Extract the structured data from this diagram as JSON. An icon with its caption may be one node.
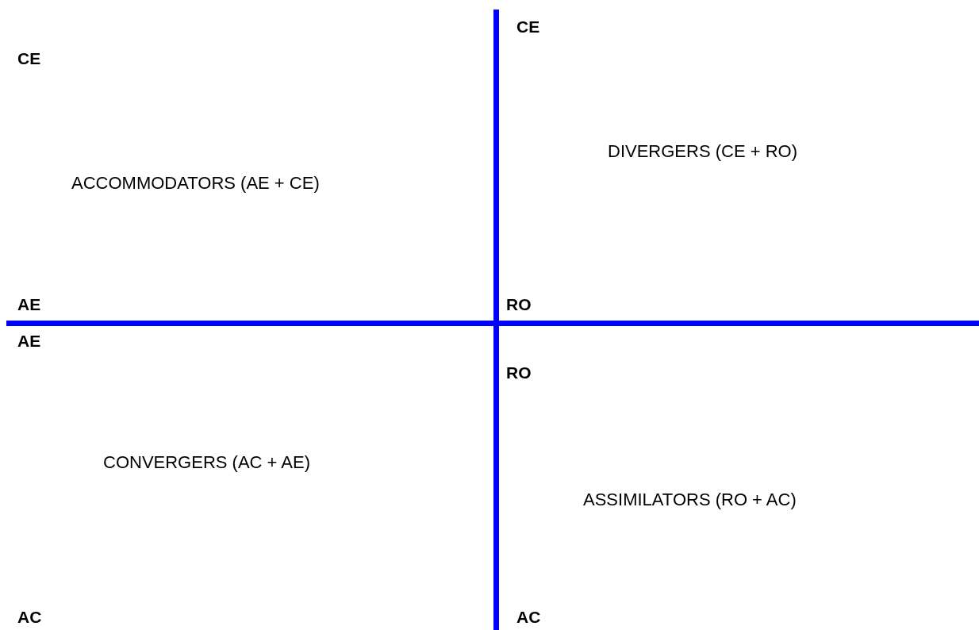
{
  "diagram": {
    "labels": [
      "CE",
      "CE",
      "DIVERGERS (CE + RO)",
      "ACCOMMODATORS (AE + CE)",
      "AE",
      "RO",
      "AE",
      "RO",
      "CONVERGERS (AC + AE)",
      "ASSIMILATORS (RO + AC)",
      "AC",
      "AC"
    ]
  }
}
